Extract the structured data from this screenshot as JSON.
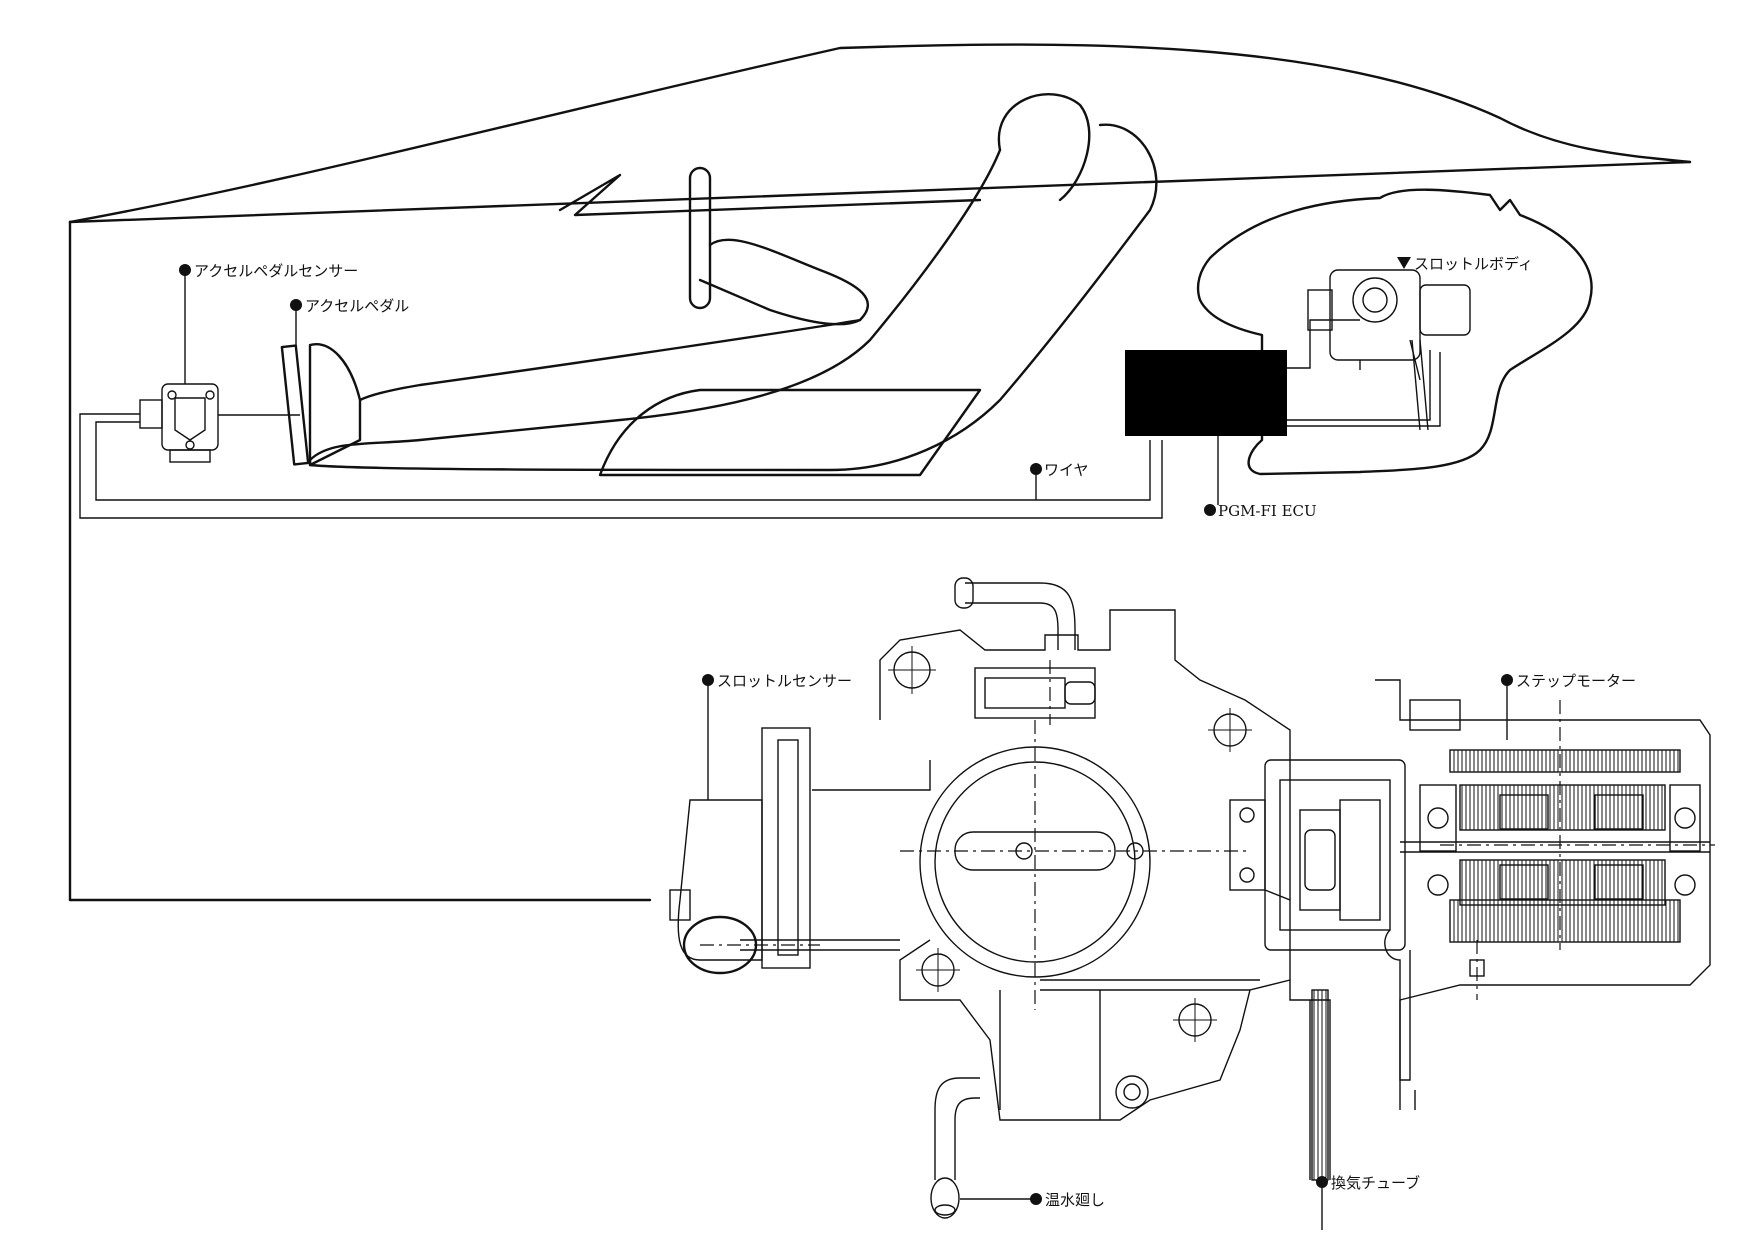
{
  "labels": {
    "accel_pedal_sensor": "アクセルペダルセンサー",
    "accel_pedal": "アクセルペダル",
    "throttle_body": "スロットルボディ",
    "wire": "ワイヤ",
    "pgm_fi_ecu": "PGM-FI ECU",
    "throttle_sensor": "スロットルセンサー",
    "step_motor": "ステップモーター",
    "hot_water": "温水廻し",
    "vent_tube": "換気チューブ"
  },
  "markers": {
    "bullet": "●",
    "triangle": "▼"
  },
  "colors": {
    "line": "#111111",
    "background": "#ffffff",
    "ecu_fill": "#000000"
  }
}
